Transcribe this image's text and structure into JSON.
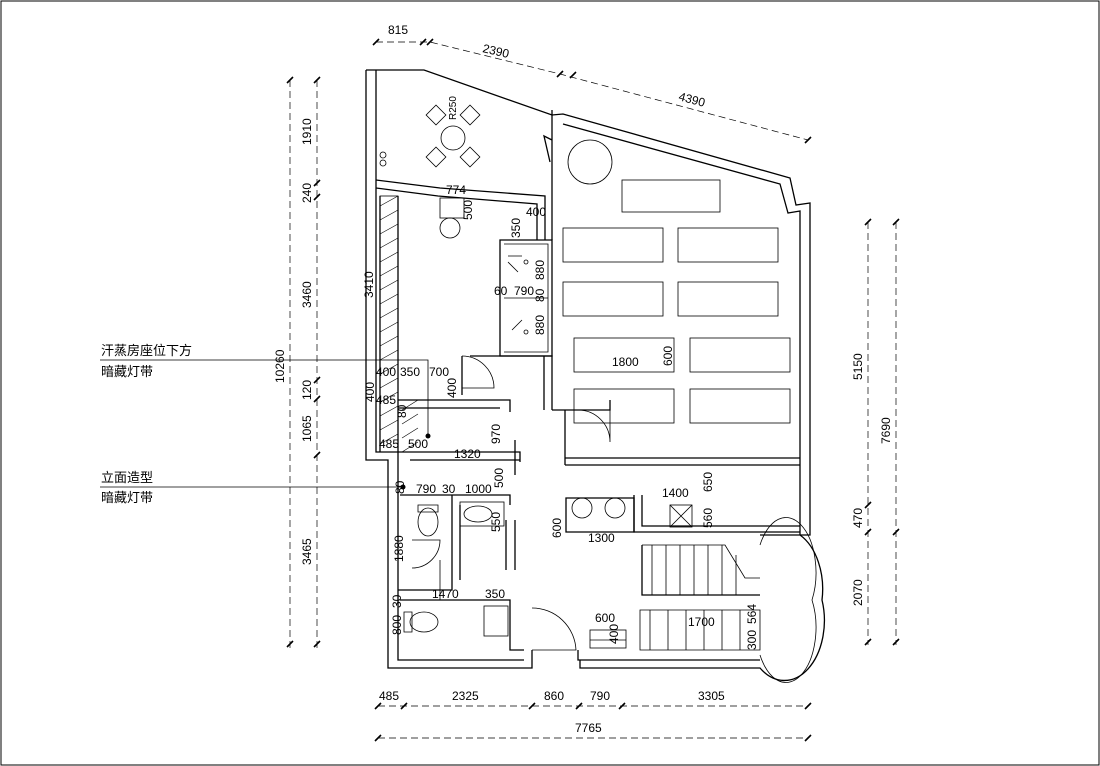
{
  "labels": {
    "sauna_line1": "汗蒸房座位下方",
    "sauna_line2": "暗藏灯带",
    "facade_line1": "立面造型",
    "facade_line2": "暗藏灯带"
  },
  "dims_top": {
    "d815": "815",
    "d2390": "2390",
    "d4390": "4390"
  },
  "dims_left": {
    "d1910": "1910",
    "d240": "240",
    "d3460": "3460",
    "d10260": "10260",
    "d120": "120",
    "d1065": "1065",
    "d3465": "3465"
  },
  "dims_right": {
    "d5150": "5150",
    "d7690": "7690",
    "d470": "470",
    "d2070": "2070"
  },
  "dims_bottom": {
    "d485": "485",
    "d2325": "2325",
    "d860": "860",
    "d790": "790",
    "d3305": "3305",
    "d7765": "7765"
  },
  "dims_inner": {
    "r250": "R250",
    "d774": "774",
    "d500a": "500",
    "d3410": "3410",
    "d400a": "400",
    "d350a": "350",
    "d880a": "880",
    "d60": "60",
    "d790a": "790",
    "d80": "80",
    "d880b": "880",
    "d1800": "1800",
    "d600a": "600",
    "d400b": "400",
    "d350b": "350",
    "d700": "700",
    "d400c": "400",
    "d400d": "400",
    "d485a": "485",
    "d80b": "80",
    "d485b": "485",
    "d500b": "500",
    "d970": "970",
    "d1320": "1320",
    "d500c": "500",
    "d80c": "80",
    "d790b": "790",
    "d30a": "30",
    "d1000": "1000",
    "d550": "550",
    "d1880": "1880",
    "d1470": "1470",
    "d350c": "350",
    "d30b": "30",
    "d800": "800",
    "d1400": "1400",
    "d650": "650",
    "d560": "560",
    "d600b": "600",
    "d1300": "1300",
    "d600c": "600",
    "d400e": "400",
    "d1700": "1700",
    "d564": "564",
    "d300": "300"
  }
}
